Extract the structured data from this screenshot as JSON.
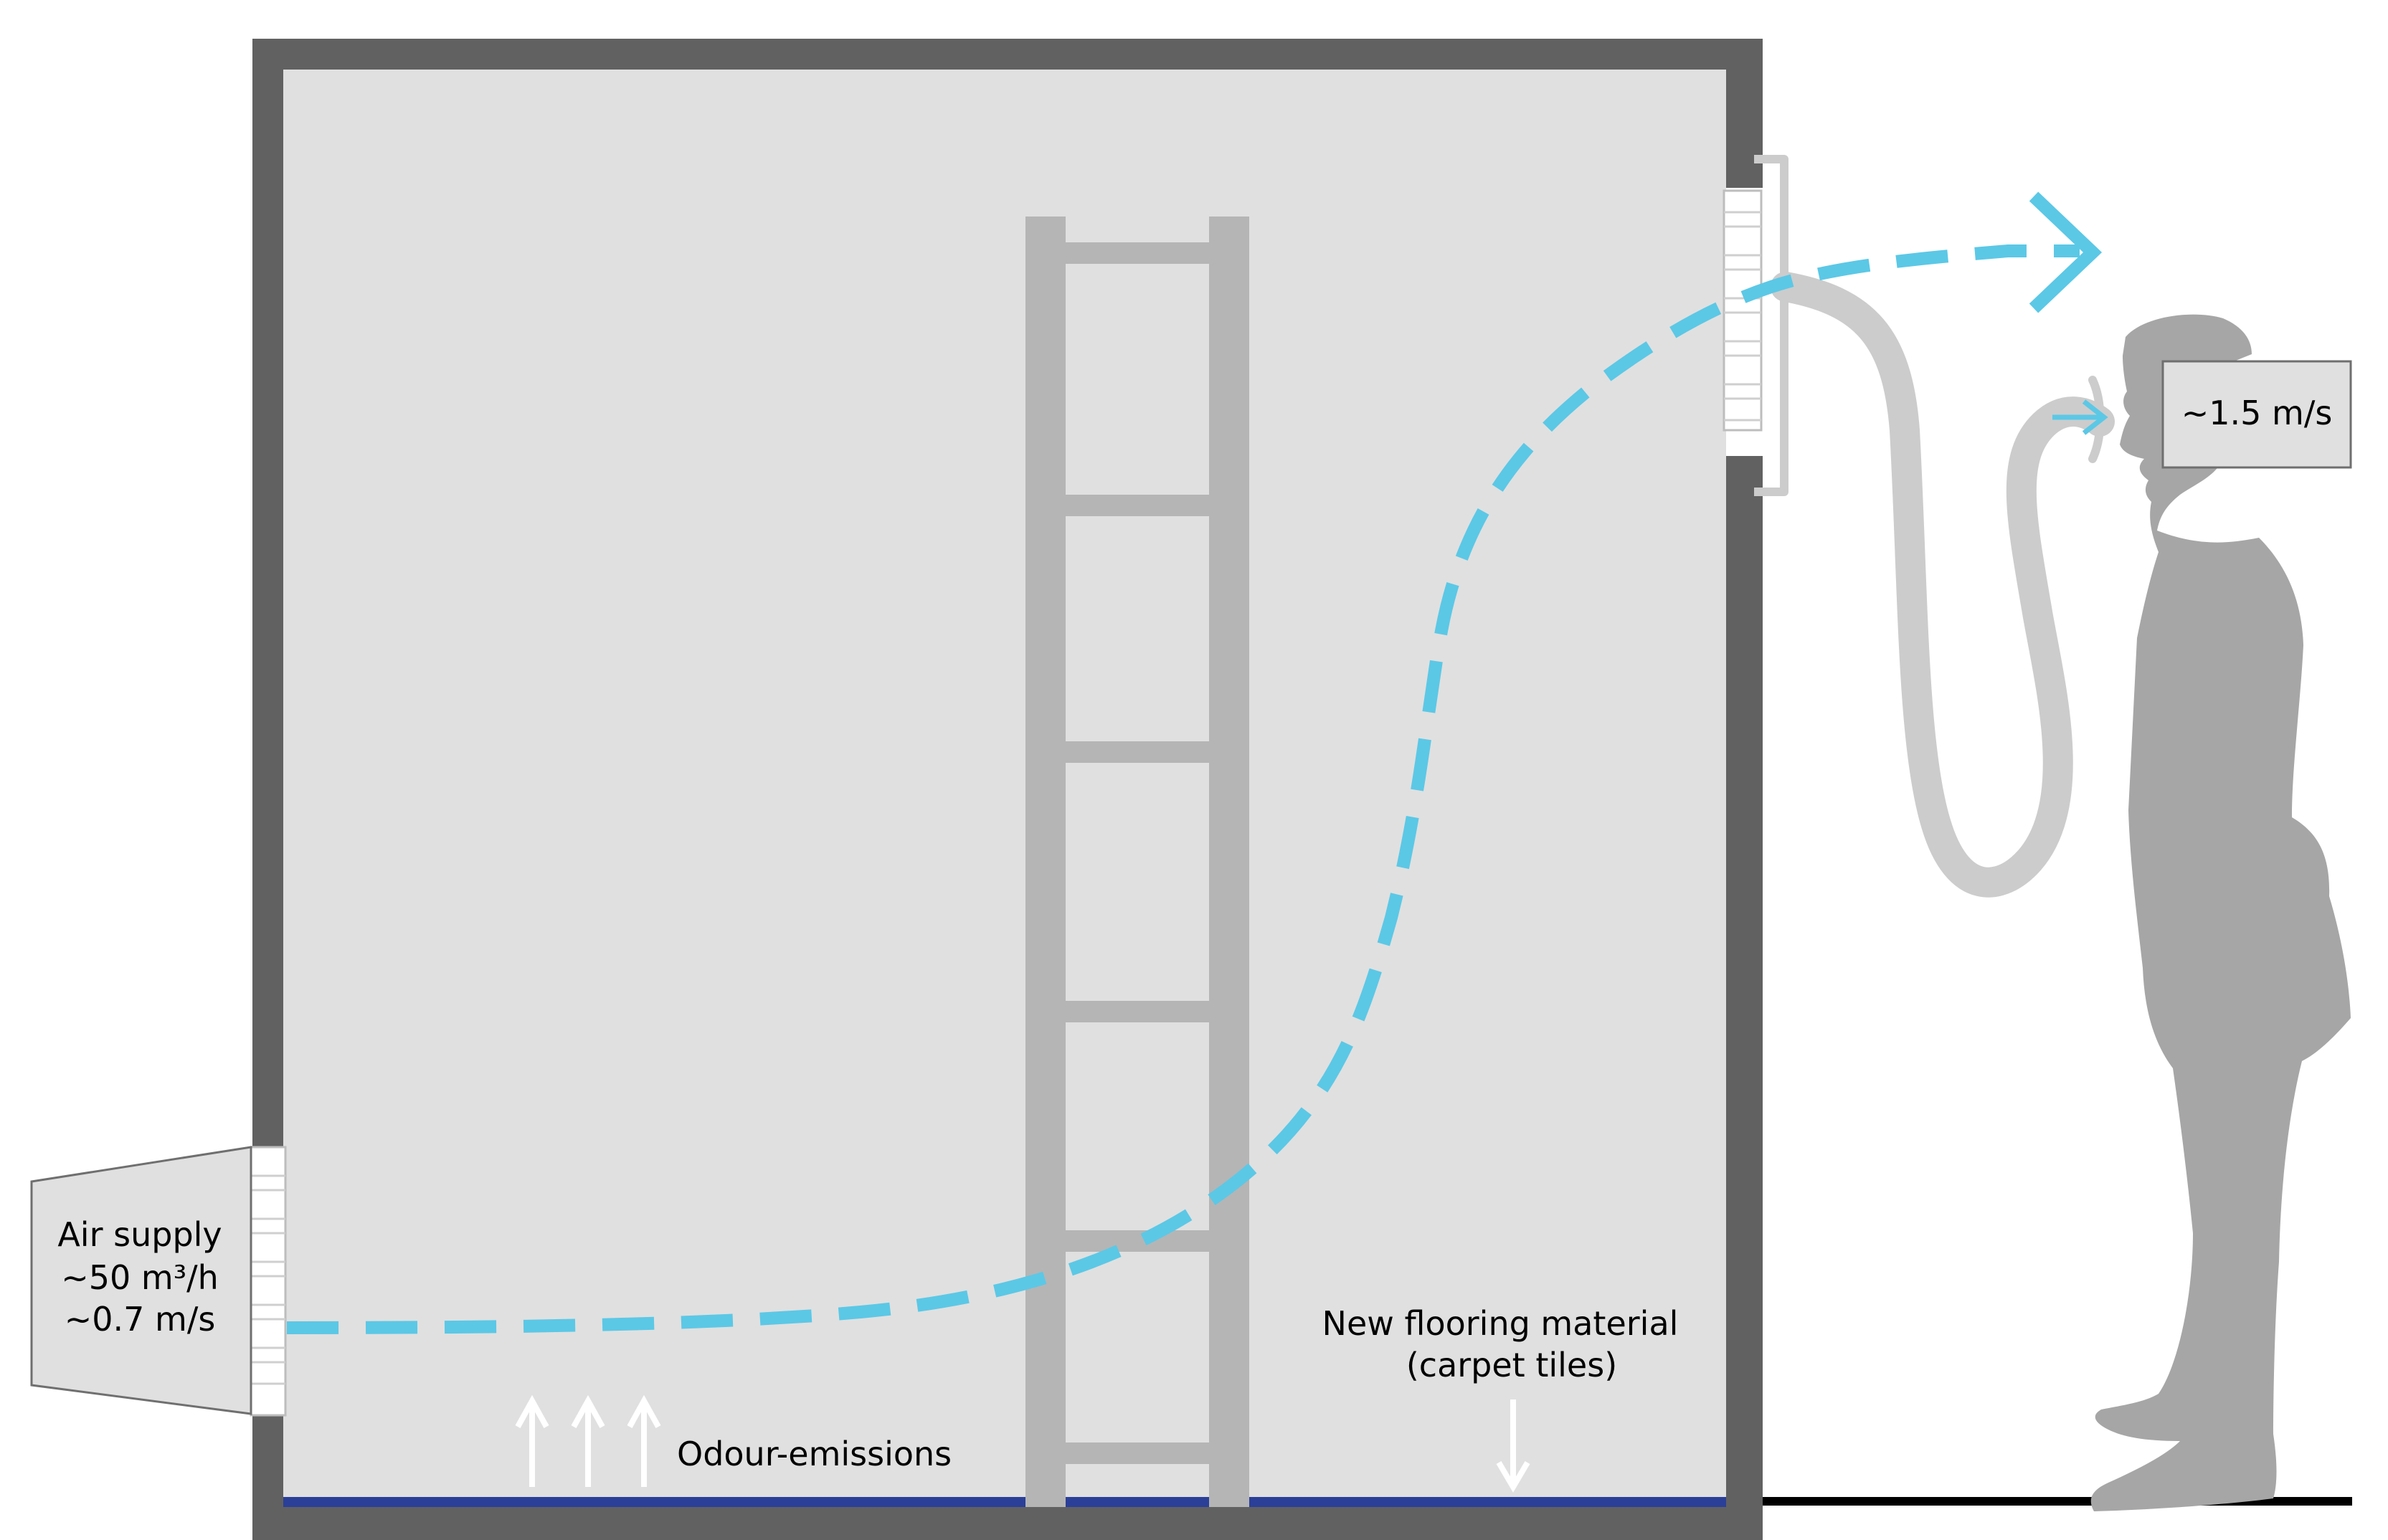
{
  "labels": {
    "air_supply_line1": "Air supply",
    "air_supply_line2": "~50 m³/h",
    "air_supply_line3": "~0.7 m/s",
    "sniff_speed": "~1.5 m/s",
    "flooring_line1": "New flooring material",
    "flooring_line2": "(carpet tiles)",
    "odour": "Odour-emissions"
  },
  "colors": {
    "wall": "#616161",
    "chamber_interior": "#e0e0e0",
    "airflow": "#5bc8e6",
    "rack": "#b5b5b5",
    "hose": "#cccccc",
    "person": "#a6a6a6",
    "flooring": "#2b3f98",
    "ground": "#000000",
    "label_box": "#e0e0e0"
  }
}
